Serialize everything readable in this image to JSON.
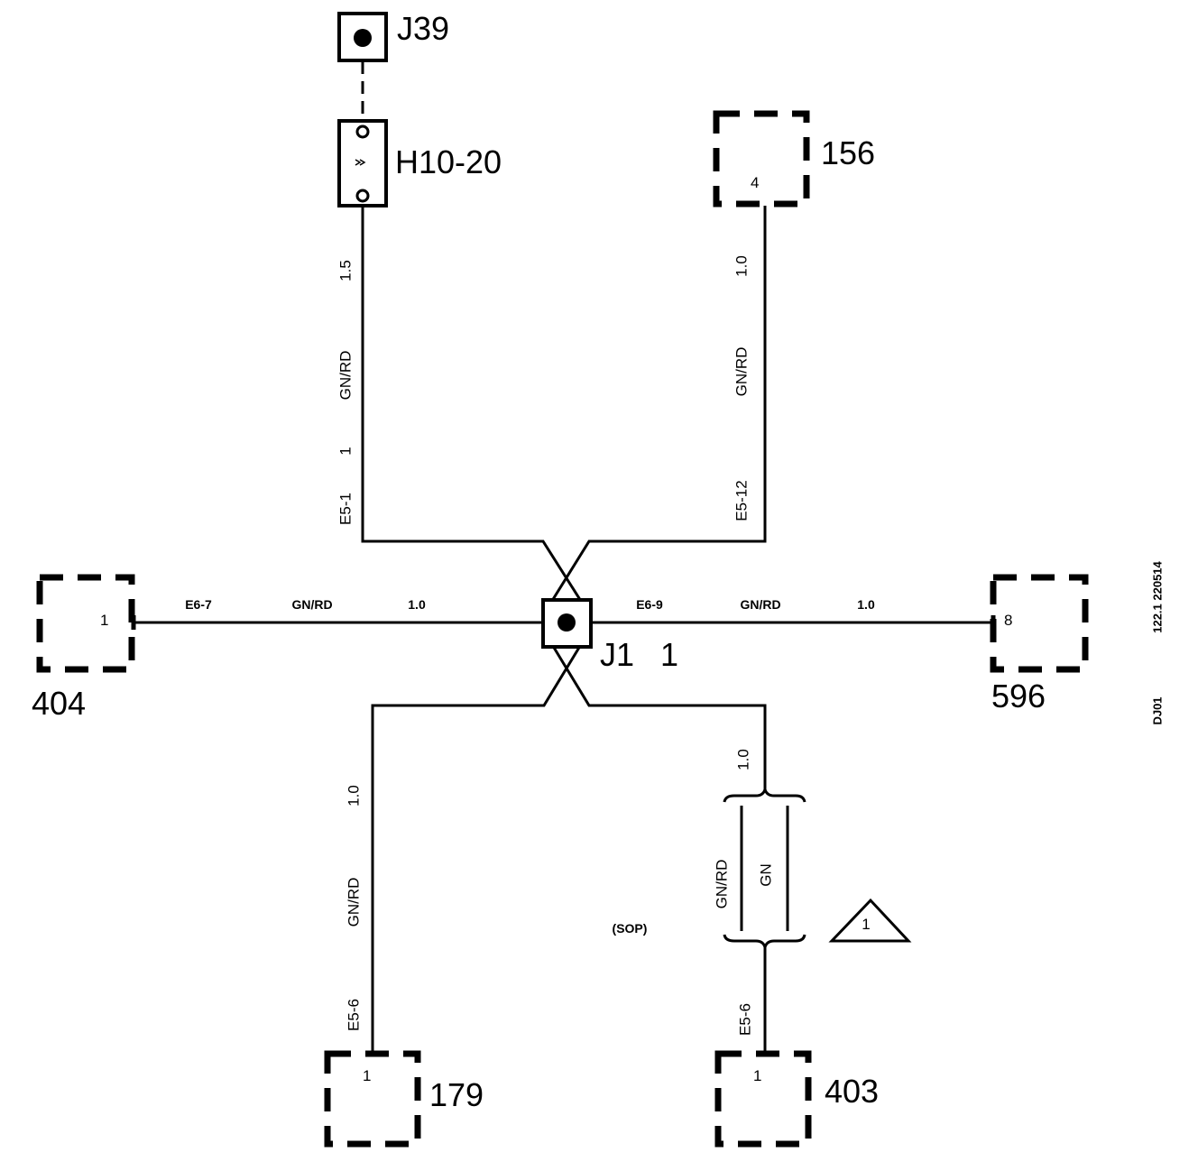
{
  "components": {
    "j39": {
      "label": "J39"
    },
    "h10_20": {
      "label": "H10-20"
    },
    "c156": {
      "label": "156",
      "pin": "4"
    },
    "c404": {
      "label": "404",
      "pin": "1"
    },
    "c596": {
      "label": "596",
      "pin": "8"
    },
    "c179": {
      "label": "179",
      "pin": "1"
    },
    "c403": {
      "label": "403",
      "pin": "1"
    },
    "j1": {
      "label": "J1",
      "pin": "1"
    }
  },
  "wires": {
    "top_left": {
      "size": "1.5",
      "color": "GN/RD",
      "pin": "1",
      "conn": "E5-1"
    },
    "top_right": {
      "size": "1.0",
      "color": "GN/RD",
      "conn": "E5-12"
    },
    "left": {
      "conn": "E6-7",
      "color": "GN/RD",
      "size": "1.0"
    },
    "right": {
      "conn": "E6-9",
      "color": "GN/RD",
      "size": "1.0"
    },
    "bottom_left": {
      "size": "1.0",
      "color": "GN/RD",
      "conn": "E5-6"
    },
    "bottom_right": {
      "size": "1.0",
      "conn": "E5-6",
      "color_a": "GN/RD",
      "color_b": "GN"
    }
  },
  "notes": {
    "sop": "(SOP)",
    "triangle": "1",
    "drawing_id": "122.1 220514",
    "sheet": "DJ01"
  }
}
